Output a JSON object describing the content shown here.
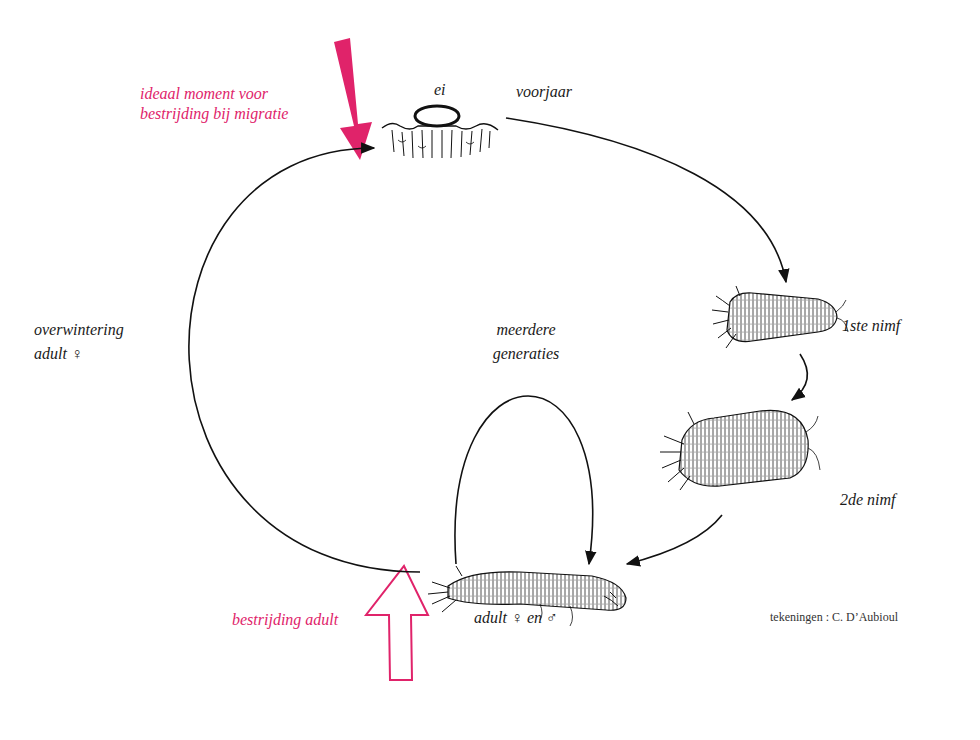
{
  "diagram": {
    "nodes": [
      {
        "text": [
          "ei"
        ]
      },
      {
        "text": [
          "1ste nimf"
        ]
      },
      {
        "text": [
          "2de nimf"
        ]
      },
      {
        "text": [
          "adult ♀ en ♂"
        ]
      }
    ],
    "edges": [
      {
        "from": 0,
        "to": 1,
        "arrow": "to"
      },
      {
        "from": 1,
        "to": 2,
        "arrow": "to"
      },
      {
        "from": 2,
        "to": 3,
        "arrow": "to"
      },
      {
        "from": 3,
        "to": 3,
        "label": "meerdere generaties",
        "arrow": "to"
      },
      {
        "from": 3,
        "to": 0,
        "label": "overwintering adult ♀",
        "arrow": "to"
      }
    ],
    "labels": [
      "voorjaar",
      "ideaal moment voor bestrijding bij migratie",
      "bestrijding adult",
      "tekeningen : C. D’Aubioul"
    ]
  }
}
